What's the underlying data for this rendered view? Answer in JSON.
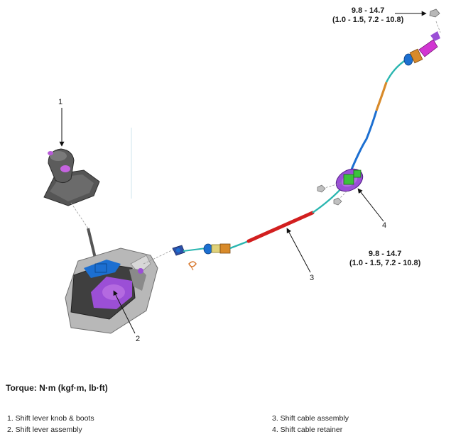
{
  "callouts": [
    "1",
    "2",
    "3",
    "4"
  ],
  "torque_top": {
    "nm": "9.8 - 14.7",
    "alt": "(1.0 - 1.5, 7.2 - 10.8)"
  },
  "torque_retainer": {
    "nm": "9.8 - 14.7",
    "alt": "(1.0 - 1.5, 7.2 - 10.8)"
  },
  "torque_heading": "Torque: N·m (kgf·m, lb·ft)",
  "legend": [
    "1. Shift lever knob & boots",
    "2. Shift lever assembly",
    "3. Shift cable assembly",
    "4. Shift cable retainer"
  ],
  "colors": {
    "cable_teal": "#2ab6b0",
    "cable_blue": "#1c6fd1",
    "cable_red": "#d21f1f",
    "cable_orange": "#d88a2a",
    "purple": "#9b4fd6",
    "magenta": "#d236d2",
    "green": "#3bc23b",
    "gray_dark": "#4a4a4a",
    "gray_light": "#b8b8b8"
  }
}
